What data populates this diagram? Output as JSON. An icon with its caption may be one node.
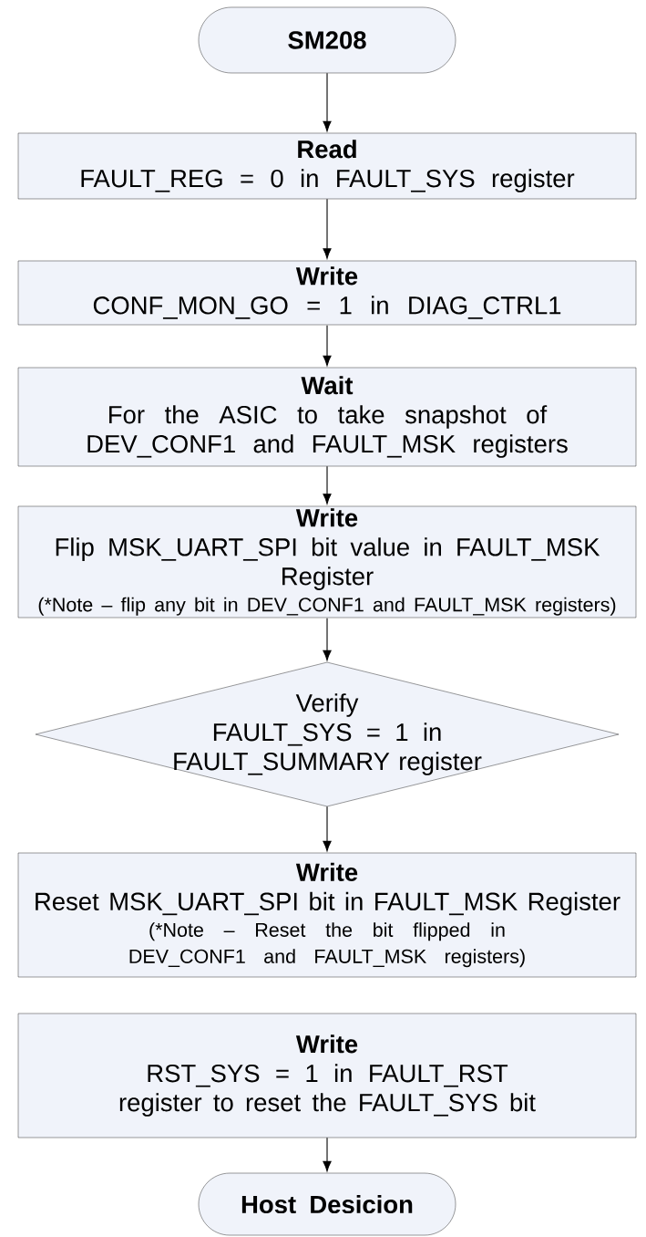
{
  "diagram": {
    "nodes": [
      {
        "text": [
          "SM208"
        ]
      },
      {
        "text": [
          "Read",
          "FAULT_REG = 0 in FAULT_SYS register"
        ]
      },
      {
        "text": [
          "Write",
          "CONF_MON_GO = 1 in DIAG_CTRL1"
        ]
      },
      {
        "text": [
          "Wait",
          "For the ASIC to take snapshot of DEV_CONF1 and FAULT_MSK registers"
        ]
      },
      {
        "text": [
          "Write",
          "Flip MSK_UART_SPI bit value in FAULT_MSK Register",
          "(*Note – flip any bit in DEV_CONF1 and FAULT_MSK registers)"
        ]
      },
      {
        "text": [
          "Verify",
          "FAULT_SYS = 1 in FAULT_SUMMARY register"
        ]
      },
      {
        "text": [
          "Write",
          "Reset MSK_UART_SPI bit in FAULT_MSK Register",
          "(*Note – Reset the bit flipped in DEV_CONF1 and FAULT_MSK registers)"
        ]
      },
      {
        "text": [
          "Write",
          "RST_SYS = 1 in FAULT_RST register to reset the FAULT_SYS bit"
        ]
      },
      {
        "text": [
          "Host Desicion"
        ]
      }
    ],
    "edges": [
      {
        "from": 0,
        "to": 1,
        "arrow": "to"
      },
      {
        "from": 1,
        "to": 2,
        "arrow": "to"
      },
      {
        "from": 2,
        "to": 3,
        "arrow": "to"
      },
      {
        "from": 3,
        "to": 4,
        "arrow": "to"
      },
      {
        "from": 4,
        "to": 5,
        "arrow": "to"
      },
      {
        "from": 5,
        "to": 6,
        "arrow": "to"
      },
      {
        "from": 7,
        "to": 8,
        "arrow": "to"
      }
    ]
  }
}
